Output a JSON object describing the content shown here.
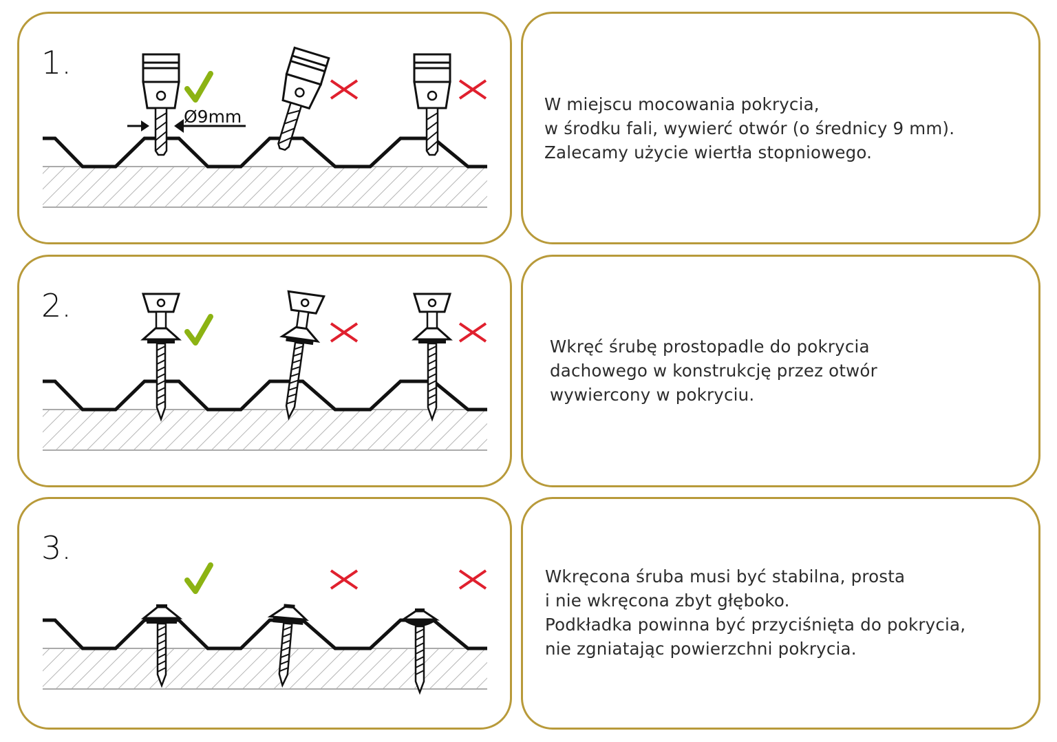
{
  "steps": [
    {
      "number": "1.",
      "dimension_label": "Ø9mm",
      "lines": [
        "W miejscu mocowania pokrycia,",
        "w środku fali, wywierć otwór (o średnicy 9 mm).",
        "Zalecamy użycie wiertła stopniowego."
      ],
      "marks": [
        "check-icon",
        "cross-icon",
        "cross-icon"
      ]
    },
    {
      "number": "2.",
      "lines": [
        "Wkręć śrubę prostopadle do pokrycia",
        "dachowego w konstrukcję przez otwór",
        "wywiercony w pokryciu."
      ],
      "marks": [
        "check-icon",
        "cross-icon",
        "cross-icon"
      ]
    },
    {
      "number": "3.",
      "lines": [
        "Wkręcona śruba musi być stabilna, prosta",
        "i nie wkręcona zbyt głęboko.",
        "Podkładka powinna być przyciśnięta do pokrycia,",
        "nie zgniatając powierzchni pokrycia."
      ],
      "marks": [
        "check-icon",
        "cross-icon",
        "cross-icon"
      ]
    }
  ],
  "colors": {
    "border": "#b89a3a",
    "check": "#8cb313",
    "cross": "#e0202e",
    "hatch": "#b5b5b5"
  }
}
